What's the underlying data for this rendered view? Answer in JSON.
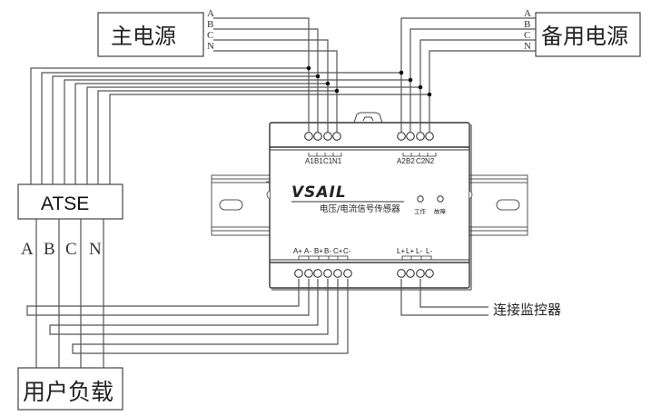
{
  "main_power": {
    "label": "主电源",
    "phases": [
      "A",
      "B",
      "C",
      "N"
    ]
  },
  "backup_power": {
    "label": "备用电源",
    "phases": [
      "A",
      "B",
      "C",
      "N"
    ]
  },
  "atse": {
    "label": "ATSE",
    "phases": [
      "A",
      "B",
      "C",
      "N"
    ]
  },
  "user_load": {
    "label": "用户负载"
  },
  "device": {
    "brand": "VSAIL",
    "subtitle": "电压/电流信号传感器",
    "indicators": [
      "工作",
      "故障"
    ],
    "top_terminals_1": [
      "A1",
      "B1",
      "C1",
      "N1"
    ],
    "top_terminals_2": [
      "A2",
      "B2",
      "C2",
      "N2"
    ],
    "bottom_terminals_ct": [
      "A+",
      "A-",
      "B+",
      "B-",
      "C+",
      "C-"
    ],
    "bottom_terminals_power": [
      "L+",
      "L+",
      "L-",
      "L-"
    ]
  },
  "monitor": {
    "label": "连接监控器"
  }
}
